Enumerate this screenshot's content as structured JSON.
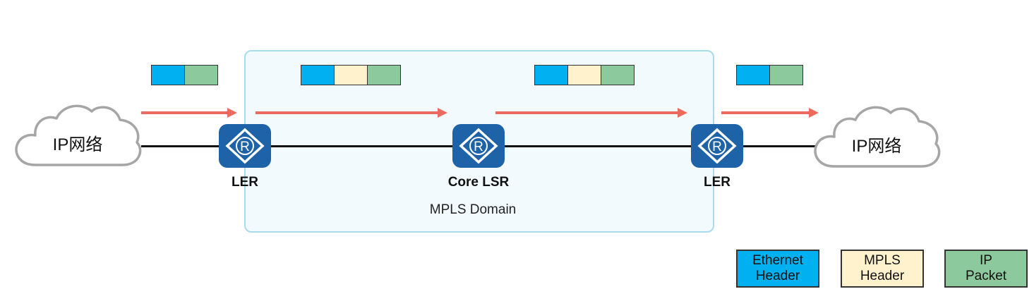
{
  "colors": {
    "ethernet": "#00b0f0",
    "mpls": "#fff2cc",
    "ip": "#8cc99c",
    "arrow": "#ea6b5d",
    "router": "#1e63a8",
    "domain_border": "#a8dcea",
    "domain_fill": "#f2fafd"
  },
  "clouds": [
    {
      "label": "IP网络",
      "icon": "cloud-icon"
    },
    {
      "label": "IP网络",
      "icon": "cloud-icon"
    }
  ],
  "routers": [
    {
      "label": "LER",
      "icon": "router-icon"
    },
    {
      "label": "Core LSR",
      "icon": "router-icon"
    },
    {
      "label": "LER",
      "icon": "router-icon"
    }
  ],
  "domain": {
    "label": "MPLS Domain"
  },
  "packets": [
    [
      "ethernet",
      "ip"
    ],
    [
      "ethernet",
      "mpls",
      "ip"
    ],
    [
      "ethernet",
      "mpls",
      "ip"
    ],
    [
      "ethernet",
      "ip"
    ]
  ],
  "legend": [
    {
      "key": "ethernet",
      "label": "Ethernet\nHeader"
    },
    {
      "key": "mpls",
      "label": "MPLS\nHeader"
    },
    {
      "key": "ip",
      "label": "IP\nPacket"
    }
  ]
}
